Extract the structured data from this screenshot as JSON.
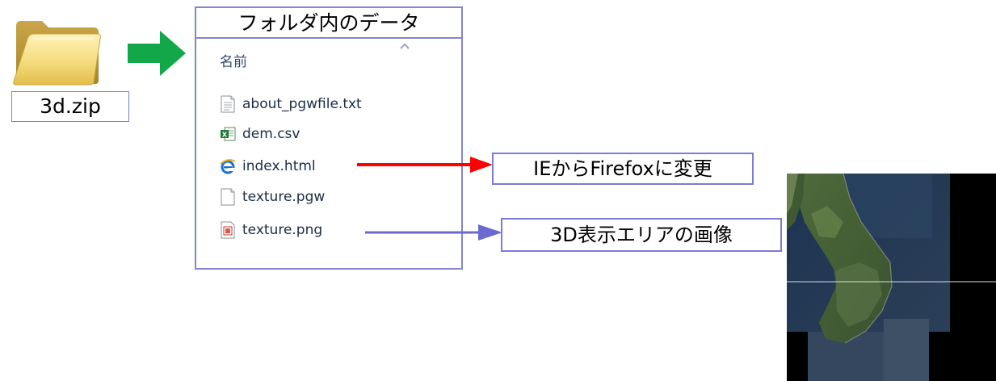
{
  "zip": {
    "label": "3d.zip",
    "icon": "folder-icon"
  },
  "folder_panel": {
    "title": "フォルダ内のデータ",
    "column_header": "名前",
    "files": [
      {
        "name": "about_pgwfile.txt",
        "icon": "text-file-icon"
      },
      {
        "name": "dem.csv",
        "icon": "excel-csv-icon"
      },
      {
        "name": "index.html",
        "icon": "ie-html-icon"
      },
      {
        "name": "texture.pgw",
        "icon": "blank-file-icon"
      },
      {
        "name": "texture.png",
        "icon": "image-file-icon"
      }
    ]
  },
  "callouts": {
    "ie": "IEからFirefoxに変更",
    "texture": "3D表示エリアの画像"
  },
  "colors": {
    "green_arrow": "#12a84a",
    "red_arrow": "#ff0000",
    "blue_arrow": "#6a6ad0",
    "panel_border": "#8484d0"
  }
}
